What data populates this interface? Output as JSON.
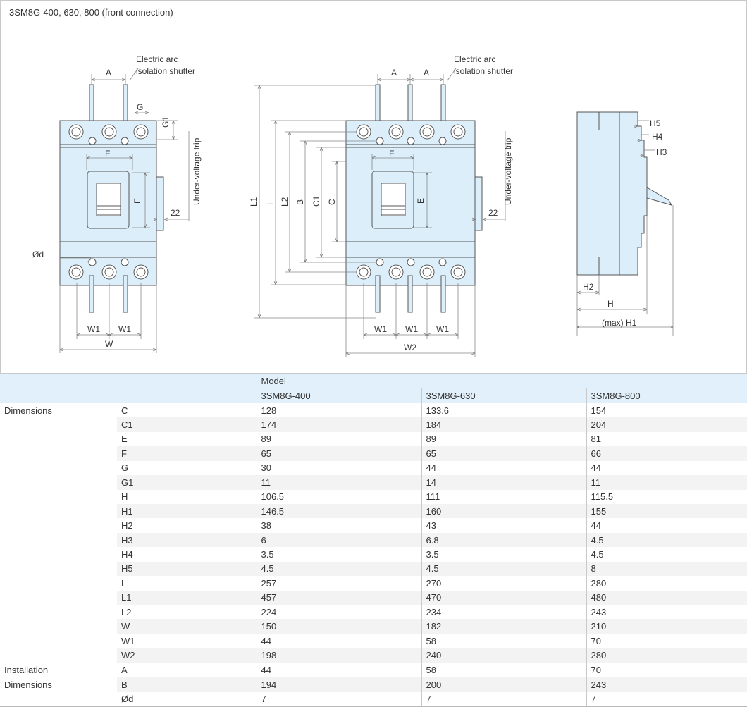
{
  "page_title": "3SM8G-400, 630, 800 (front connection)",
  "drawing_labels": {
    "arc_shutter_line1": "Electric arc",
    "arc_shutter_line2": "isolation shutter",
    "undervoltage": "Under-voltage trip",
    "A": "A",
    "G": "G",
    "G1": "G1",
    "F": "F",
    "E": "E",
    "22": "22",
    "d": "Ød",
    "W1": "W1",
    "W": "W",
    "W2": "W2",
    "L1": "L1",
    "L": "L",
    "L2": "L2",
    "B": "B",
    "C1": "C1",
    "C": "C",
    "H5": "H5",
    "H4": "H4",
    "H3": "H3",
    "H2": "H2",
    "H": "H",
    "H1": "(max) H1"
  },
  "table": {
    "model_label": "Model",
    "models": [
      "3SM8G-400",
      "3SM8G-630",
      "3SM8G-800"
    ],
    "groups": [
      {
        "label_lines": [
          "Dimensions"
        ],
        "rows": [
          {
            "dim": "C",
            "values": [
              "128",
              "133.6",
              "154"
            ]
          },
          {
            "dim": "C1",
            "values": [
              "174",
              "184",
              "204"
            ]
          },
          {
            "dim": "E",
            "values": [
              "89",
              "89",
              "81"
            ]
          },
          {
            "dim": "F",
            "values": [
              "65",
              "65",
              "66"
            ]
          },
          {
            "dim": "G",
            "values": [
              "30",
              "44",
              "44"
            ]
          },
          {
            "dim": "G1",
            "values": [
              "11",
              "14",
              "11"
            ]
          },
          {
            "dim": "H",
            "values": [
              "106.5",
              "111",
              "115.5"
            ]
          },
          {
            "dim": "H1",
            "values": [
              "146.5",
              "160",
              "155"
            ]
          },
          {
            "dim": "H2",
            "values": [
              "38",
              "43",
              "44"
            ]
          },
          {
            "dim": "H3",
            "values": [
              "6",
              "6.8",
              "4.5"
            ]
          },
          {
            "dim": "H4",
            "values": [
              "3.5",
              "3.5",
              "4.5"
            ]
          },
          {
            "dim": "H5",
            "values": [
              "4.5",
              "4.5",
              "8"
            ]
          },
          {
            "dim": "L",
            "values": [
              "257",
              "270",
              "280"
            ]
          },
          {
            "dim": "L1",
            "values": [
              "457",
              "470",
              "480"
            ]
          },
          {
            "dim": "L2",
            "values": [
              "224",
              "234",
              "243"
            ]
          },
          {
            "dim": "W",
            "values": [
              "150",
              "182",
              "210"
            ]
          },
          {
            "dim": "W1",
            "values": [
              "44",
              "58",
              "70"
            ]
          },
          {
            "dim": "W2",
            "values": [
              "198",
              "240",
              "280"
            ]
          }
        ]
      },
      {
        "label_lines": [
          "Installation",
          "Dimensions"
        ],
        "rows": [
          {
            "dim": "A",
            "values": [
              "44",
              "58",
              "70"
            ]
          },
          {
            "dim": "B",
            "values": [
              "194",
              "200",
              "243"
            ]
          },
          {
            "dim": "Ød",
            "values": [
              "7",
              "7",
              "7"
            ]
          }
        ]
      }
    ]
  },
  "colors": {
    "body_fill": "#dceefa",
    "line": "#555555",
    "table_header": "#e1f0fa",
    "row_stripe": "#f3f3f3"
  }
}
